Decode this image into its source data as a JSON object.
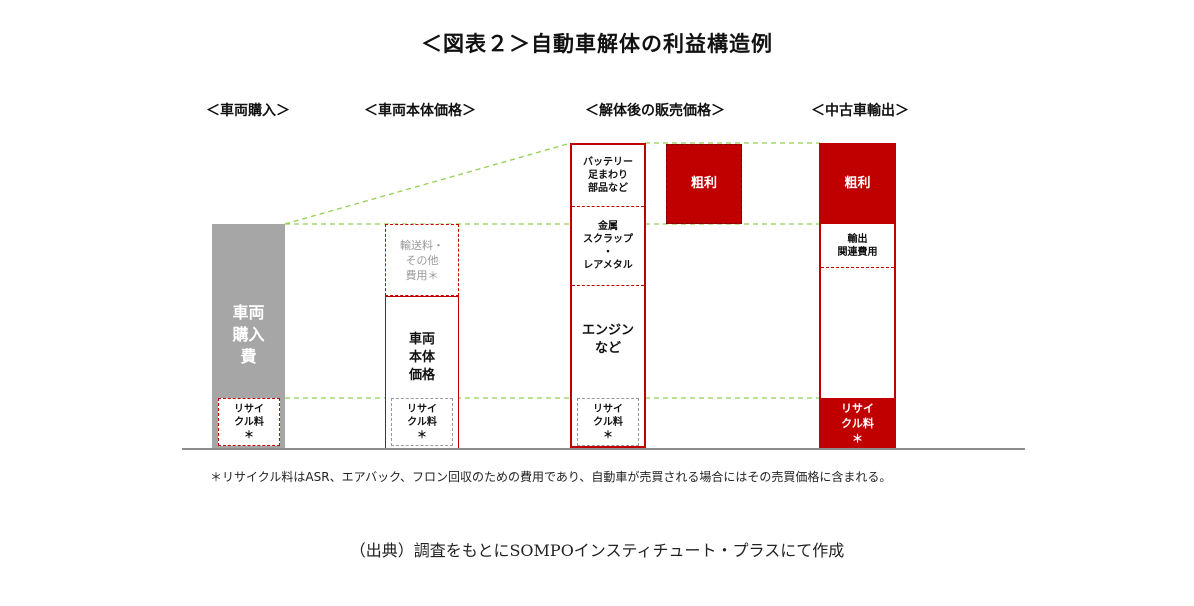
{
  "title": "＜図表２＞自動車解体の利益構造例",
  "columns": {
    "purchase": {
      "header": "＜車両購入＞",
      "main_label": [
        "車両",
        "購入",
        "費"
      ],
      "recycle_label": [
        "リサイ",
        "クル料",
        "＊"
      ]
    },
    "body_price": {
      "header": "＜車両本体価格＞",
      "transport_label": [
        "輸送料・",
        "その他",
        "費用＊"
      ],
      "main_label": [
        "車両",
        "本体",
        "価格"
      ],
      "recycle_label": [
        "リサイ",
        "クル料",
        "＊"
      ]
    },
    "dismantle": {
      "header": "＜解体後の販売価格＞",
      "parts_label": [
        "バッテリー",
        "足まわり",
        "部品など"
      ],
      "scrap_label": [
        "金属",
        "スクラップ",
        "・",
        "レアメタル"
      ],
      "engine_label": [
        "エンジン",
        "など"
      ],
      "recycle_label": [
        "リサイ",
        "クル料",
        "＊"
      ],
      "profit_label": "粗利"
    },
    "export": {
      "header": "＜中古車輸出＞",
      "profit_label": "粗利",
      "cost_label": [
        "輸出",
        "関連費用"
      ],
      "recycle_label": [
        "リサイ",
        "クル料",
        "＊"
      ]
    }
  },
  "footnote": "＊リサイクル料はASR、エアバック、フロン回収のための費用であり、自動車が売買される場合にはその売買価格に含まれる。",
  "source": "（出典）調査をもとにSOMPOインスティチュート・プラスにて作成",
  "colors": {
    "red": "#c00000",
    "gray": "#a6a6a6",
    "guide_green": "#92d050",
    "baseline": "#8c8c8c"
  }
}
